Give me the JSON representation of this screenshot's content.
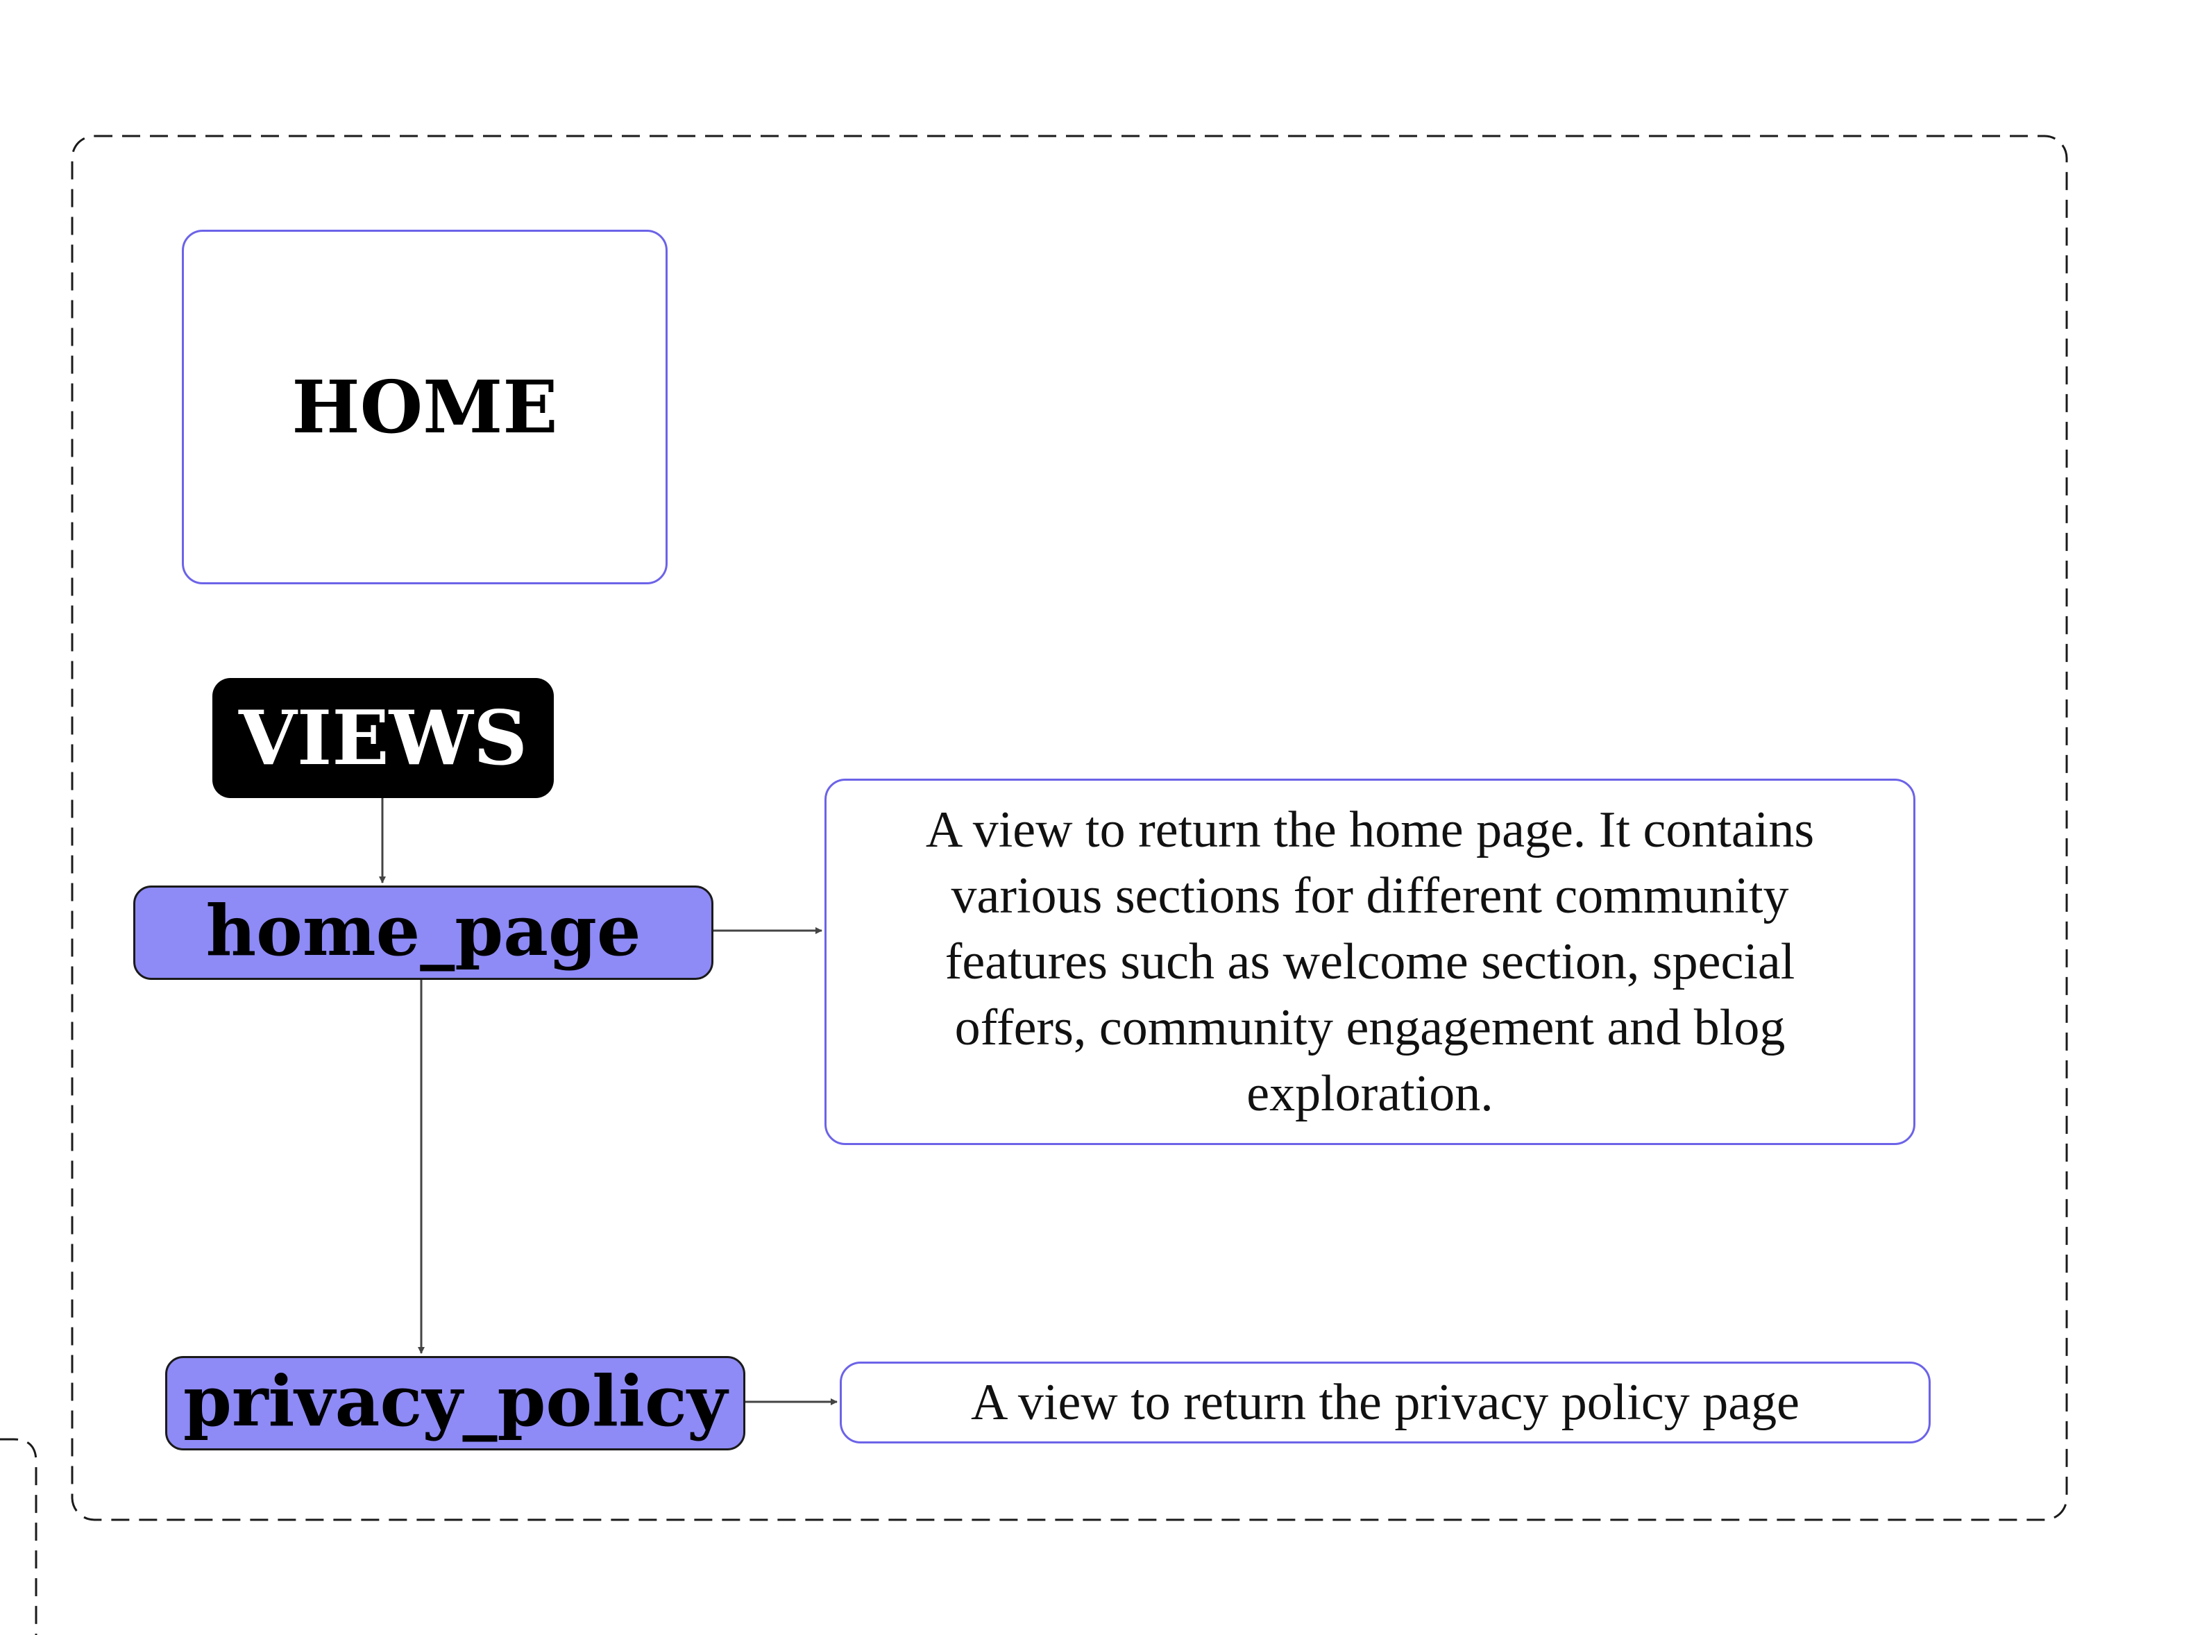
{
  "module": {
    "title": "HOME"
  },
  "group": {
    "label": "VIEWS"
  },
  "views": [
    {
      "name": "home_page",
      "description": "A view to return the home page. It contains various sections for different community features such as welcome section, special offers, community engagement and blog exploration."
    },
    {
      "name": "privacy_policy",
      "description": "A view to return the privacy policy page"
    }
  ],
  "colors": {
    "view_node_fill": "#8e8af6",
    "box_border": "#6c63e8",
    "label_fill": "#000000",
    "connector": "#444444"
  }
}
